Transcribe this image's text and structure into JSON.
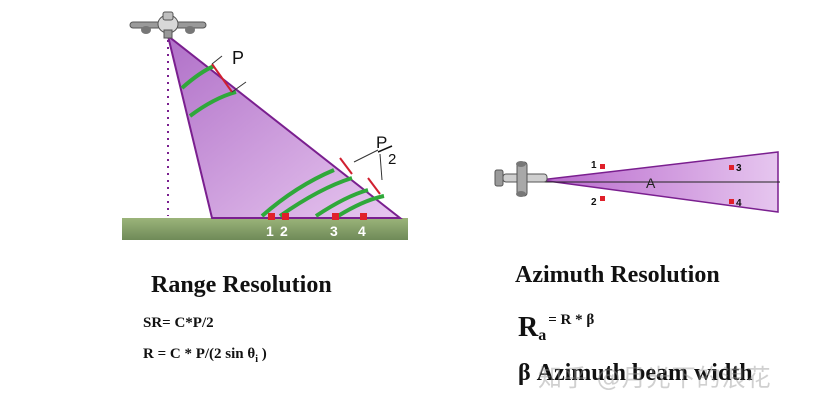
{
  "range": {
    "title": "Range Resolution",
    "formula1": "SR= C*P/2",
    "formula2_prefix": "R = C * P/(2 sin θ",
    "formula2_sub": "i",
    "formula2_suffix": " )",
    "label_p": "P",
    "label_p_half_num": "P",
    "label_p_half_den": "2",
    "targets": [
      "1",
      "2",
      "3",
      "4"
    ]
  },
  "azimuth": {
    "title": "Azimuth Resolution",
    "formula_r": "R",
    "formula_sub": "a",
    "formula_rest": "= R * β",
    "beta_line": "β Azimuth beam width",
    "label_a": "A",
    "targets": [
      "1",
      "2",
      "3",
      "4"
    ]
  },
  "watermark": "知乎 @月光下的浪花",
  "colors": {
    "beam_fill": "#c890d8",
    "beam_edge": "#7a1f8f",
    "pulse": "#2fa83a",
    "marker": "#e0202a",
    "ground": "#8aa86a"
  }
}
